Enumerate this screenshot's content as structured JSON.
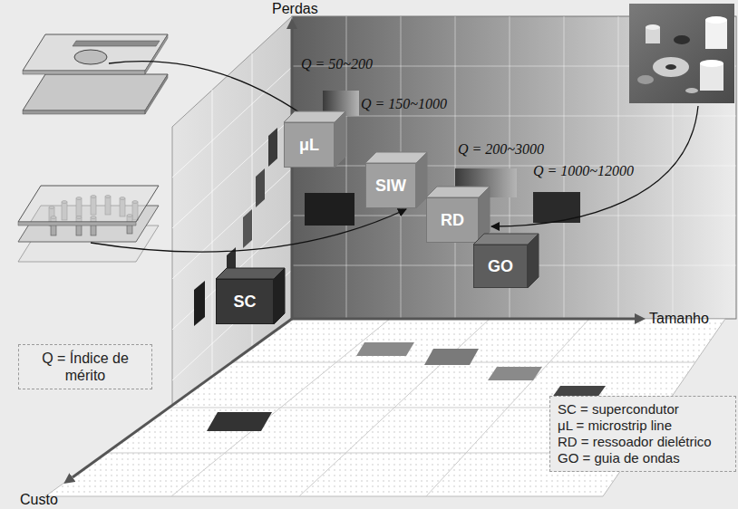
{
  "diagram": {
    "nodes": [
      {
        "text": [
          "μL"
        ]
      },
      {
        "text": [
          "SIW"
        ]
      },
      {
        "text": [
          "RD"
        ]
      },
      {
        "text": [
          "GO"
        ]
      },
      {
        "text": [
          "SC"
        ]
      },
      {
        "text": [
          "Q = Índice de mérito"
        ]
      },
      {
        "text": [
          "SC = supercondutor",
          "μL = microstrip line",
          "RD = ressoador dielétrico",
          "GO = guia de ondas"
        ]
      }
    ],
    "labels": [
      "Perdas",
      "Q = 50~200",
      "Q = 150~1000",
      "Q = 200~3000",
      "Q = 1000~12000",
      "Tamanho",
      "Custo"
    ]
  }
}
